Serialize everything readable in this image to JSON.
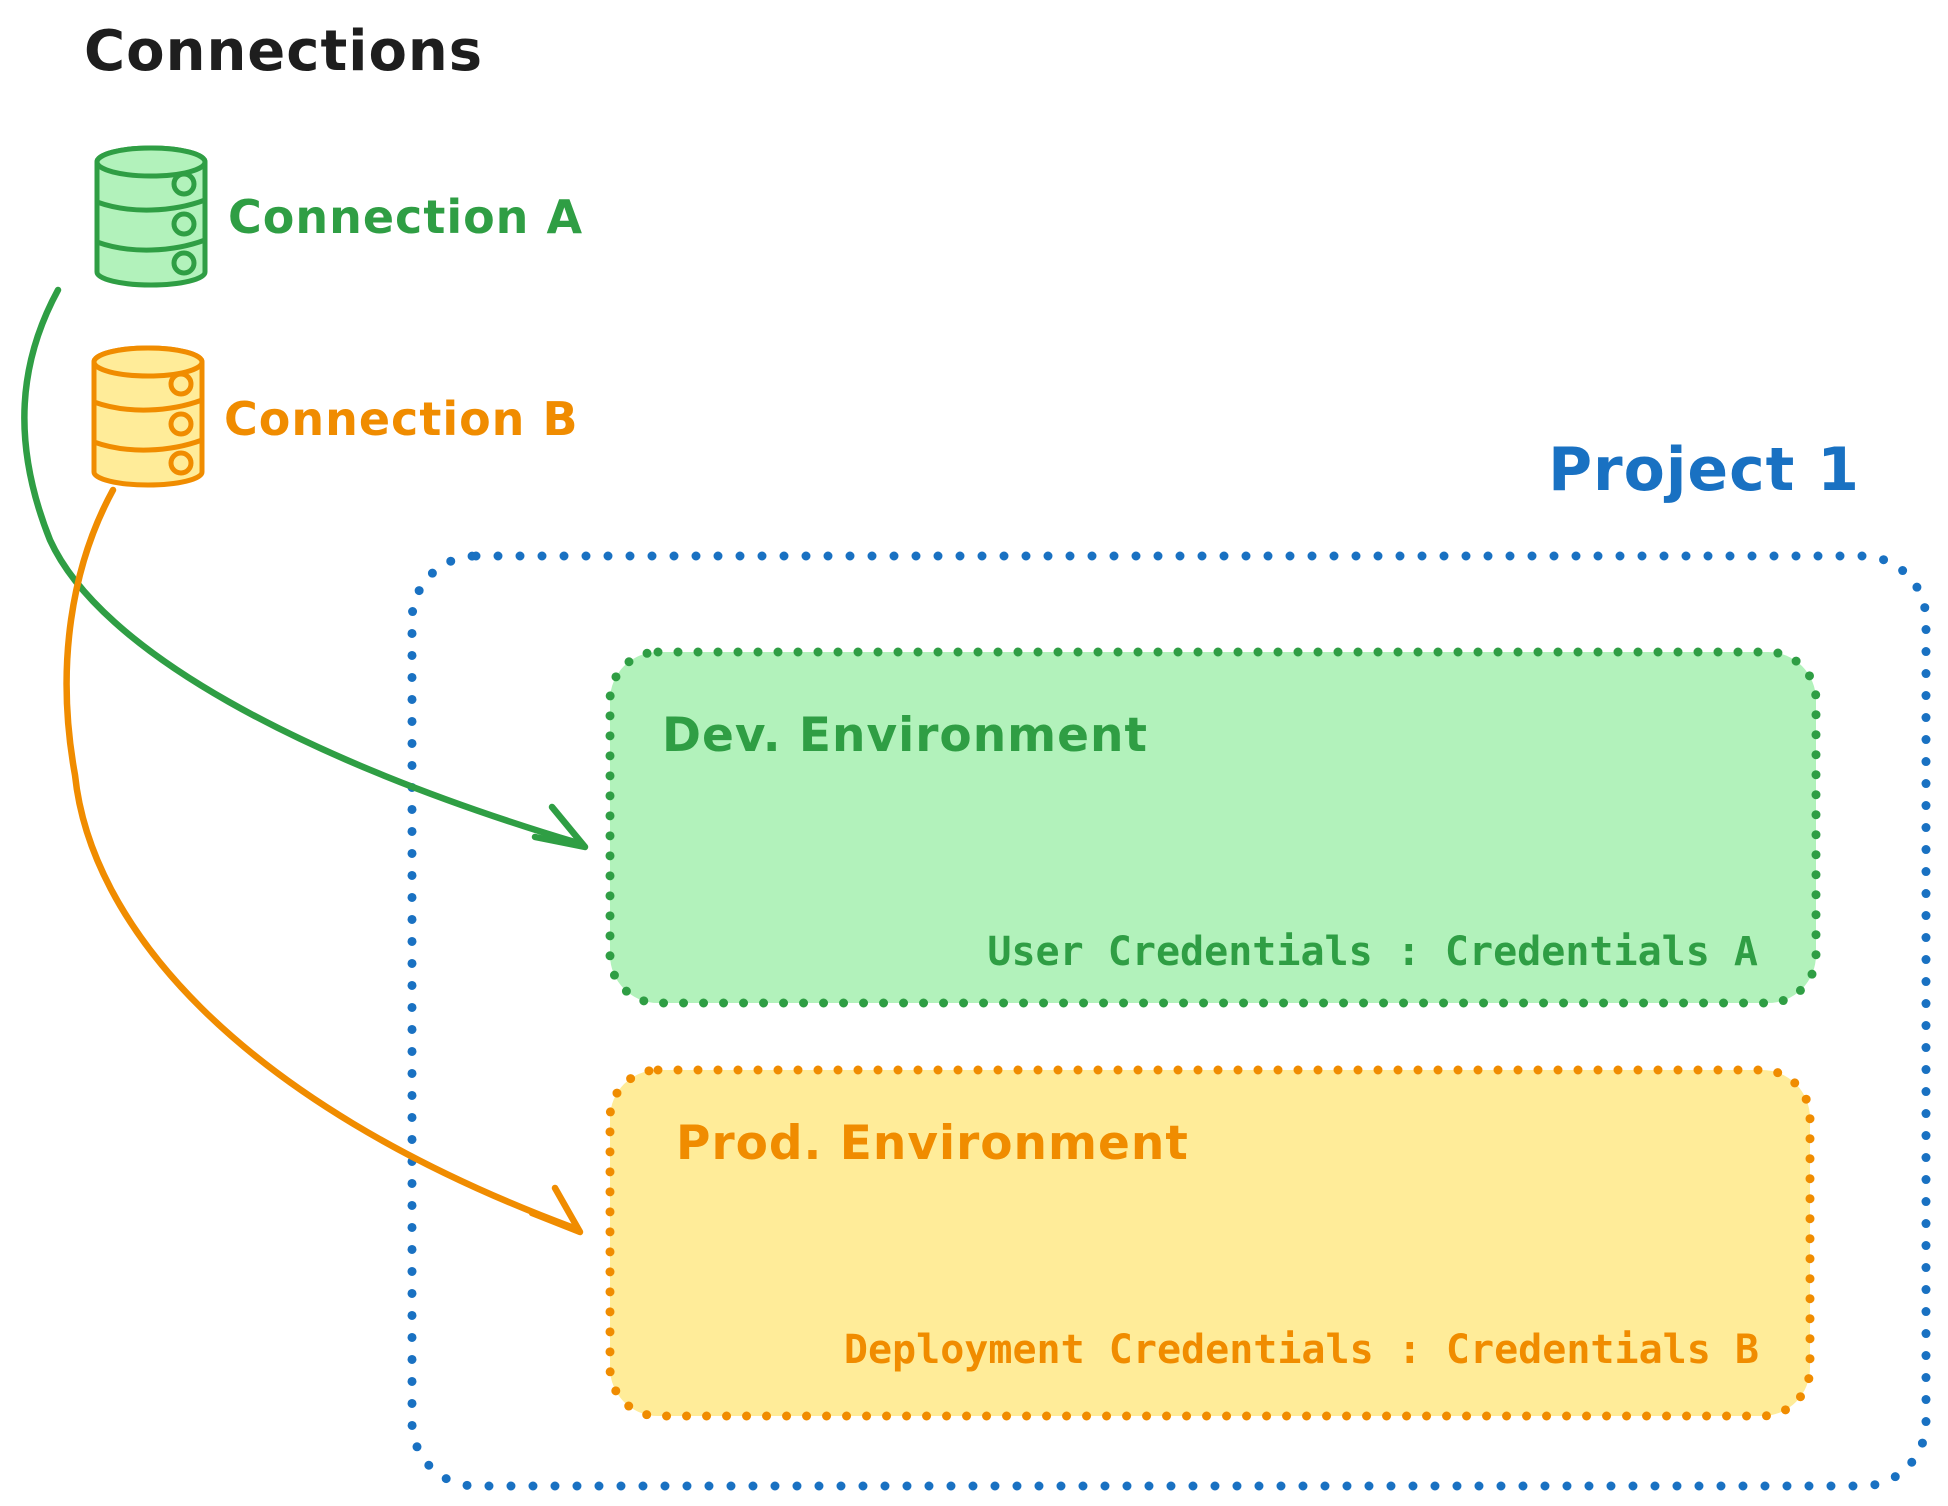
{
  "connections": {
    "heading": "Connections",
    "items": [
      {
        "label": "Connection A",
        "icon": "database-icon",
        "stroke": "#2f9e44",
        "fill": "#b2f2bb"
      },
      {
        "label": "Connection B",
        "icon": "database-icon",
        "stroke": "#f08c00",
        "fill": "#ffec99"
      }
    ]
  },
  "project": {
    "title": "Project 1",
    "border_color": "#1971c2",
    "environments": [
      {
        "title": "Dev. Environment",
        "credentials_label": "User Credentials : Credentials A",
        "stroke": "#2f9e44",
        "fill": "#b2f2bb"
      },
      {
        "title": "Prod. Environment",
        "credentials_label": "Deployment Credentials : Credentials B",
        "stroke": "#f08c00",
        "fill": "#ffec99"
      }
    ]
  },
  "arrows": [
    {
      "from": "Connection A",
      "to": "Dev. Environment",
      "color": "#2f9e44"
    },
    {
      "from": "Connection B",
      "to": "Prod. Environment",
      "color": "#f08c00"
    }
  ],
  "palette": {
    "ink": "#1e1e1e",
    "green": "#2f9e44",
    "green_light": "#b2f2bb",
    "orange": "#f08c00",
    "orange_light": "#ffec99",
    "blue": "#1971c2",
    "background": "#ffffff"
  }
}
